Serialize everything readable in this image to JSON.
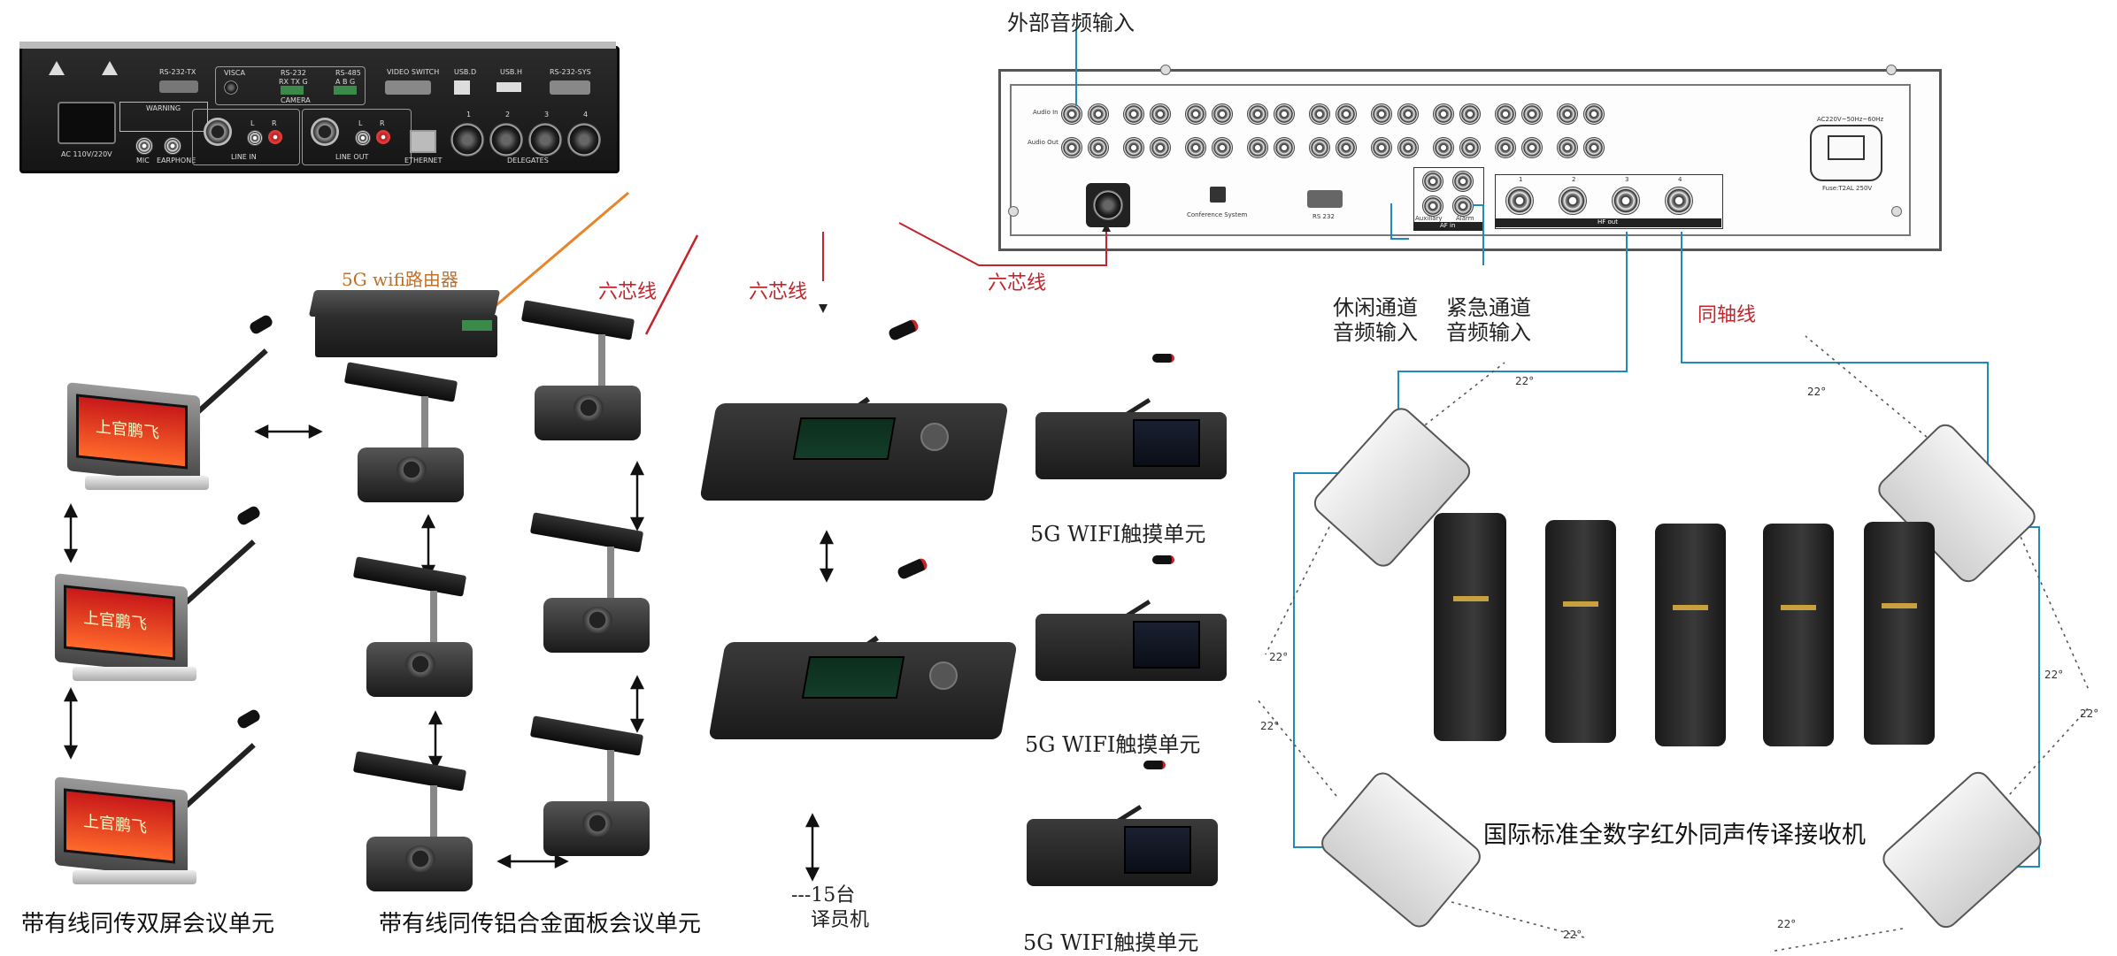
{
  "top_labels": {
    "external_audio_input": "外部音频输入",
    "router": "5G wifi路由器",
    "six_core_1": "六芯线",
    "six_core_2": "六芯线",
    "six_core_3": "六芯线",
    "leisure_channel_line1": "休闲通道",
    "leisure_channel_line2": "音频输入",
    "emergency_channel_line1": "紧急通道",
    "emergency_channel_line2": "音频输入",
    "coax": "同轴线"
  },
  "left_panel": {
    "rs232tx": "RS-232-TX",
    "visca": "VISCA",
    "rs232": "RS-232",
    "rs232_pins": "RX TX G",
    "camera": "CAMERA",
    "rs485": "RS-485",
    "rs485_pins": "A B G",
    "video_switch": "VIDEO SWITCH",
    "usbd": "USB.D",
    "usbh": "USB.H",
    "rs232sys": "RS-232-SYS",
    "warning": "WARNING",
    "ac": "AC 110V/220V",
    "mic": "MIC",
    "earphone": "EARPHONE",
    "line_in": "LINE IN",
    "line_out": "LINE OUT",
    "ethernet": "ETHERNET",
    "delegates": "DELEGATES",
    "l": "L",
    "r": "R",
    "ports": [
      "1",
      "2",
      "3",
      "4"
    ]
  },
  "right_panel": {
    "audio_in": "Audio In",
    "audio_out": "Audio Out",
    "conference_system": "Conference System",
    "rs232": "RS 232",
    "auxiliary": "Auxiliary",
    "alarm": "Alarm",
    "af_in": "AF in",
    "hf_out": "HF out",
    "power": "AC220V~50Hz~60Hz",
    "fuse": "Fuse:T2AL 250V",
    "hf_ports": [
      "1",
      "2",
      "3",
      "4"
    ]
  },
  "device_labels": {
    "wifi_unit_1": "5G WIFI触摸单元",
    "wifi_unit_2": "5G WIFI触摸单元",
    "wifi_unit_3": "5G WIFI触摸单元",
    "interpreter": "---15台",
    "interpreter_2": "译员机",
    "dual_screen_unit": "带有线同传双屏会议单元",
    "alloy_panel_unit": "带有线同传铝合金面板会议单元",
    "receiver_caption": "国际标准全数字红外同声传译接收机",
    "screen_text": "上官鹏飞",
    "angle": "22°"
  },
  "colors": {
    "red_line": "#c4242b",
    "blue_line": "#1f8bb8",
    "orange_line": "#e8842a"
  }
}
